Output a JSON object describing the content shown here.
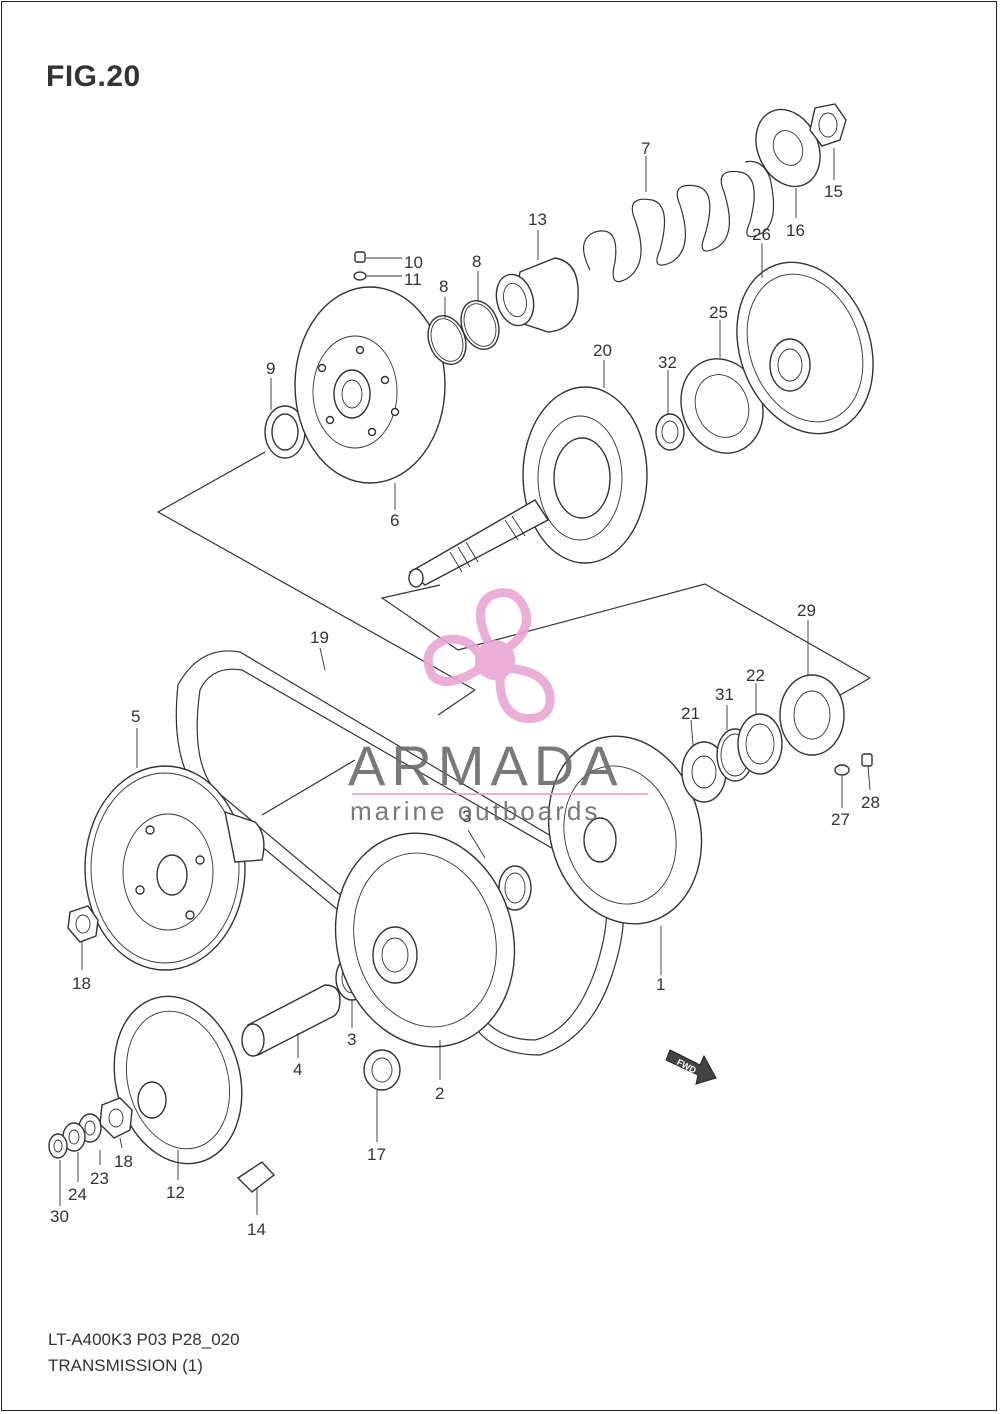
{
  "figure": {
    "title": "FIG.20"
  },
  "footer": {
    "code": "LT-A400K3 P03 P28_020",
    "subtitle": "TRANSMISSION (1)"
  },
  "watermark": {
    "brand": "ARMADA",
    "tagline": "marine outboards",
    "logo_color": "#e9a6d2",
    "text_color": "#6b6b6b"
  },
  "fwd_badge": "FWD",
  "callouts": [
    {
      "id": "c1",
      "label": "1"
    },
    {
      "id": "c2",
      "label": "2"
    },
    {
      "id": "c3a",
      "label": "3"
    },
    {
      "id": "c3b",
      "label": "3"
    },
    {
      "id": "c4",
      "label": "4"
    },
    {
      "id": "c5",
      "label": "5"
    },
    {
      "id": "c6",
      "label": "6"
    },
    {
      "id": "c7",
      "label": "7"
    },
    {
      "id": "c8a",
      "label": "8"
    },
    {
      "id": "c8b",
      "label": "8"
    },
    {
      "id": "c9",
      "label": "9"
    },
    {
      "id": "c10",
      "label": "10"
    },
    {
      "id": "c11",
      "label": "11"
    },
    {
      "id": "c12",
      "label": "12"
    },
    {
      "id": "c13",
      "label": "13"
    },
    {
      "id": "c14",
      "label": "14"
    },
    {
      "id": "c15",
      "label": "15"
    },
    {
      "id": "c16",
      "label": "16"
    },
    {
      "id": "c17",
      "label": "17"
    },
    {
      "id": "c18a",
      "label": "18"
    },
    {
      "id": "c18b",
      "label": "18"
    },
    {
      "id": "c19",
      "label": "19"
    },
    {
      "id": "c20",
      "label": "20"
    },
    {
      "id": "c21",
      "label": "21"
    },
    {
      "id": "c22",
      "label": "22"
    },
    {
      "id": "c23",
      "label": "23"
    },
    {
      "id": "c24",
      "label": "24"
    },
    {
      "id": "c25",
      "label": "25"
    },
    {
      "id": "c26",
      "label": "26"
    },
    {
      "id": "c27",
      "label": "27"
    },
    {
      "id": "c28",
      "label": "28"
    },
    {
      "id": "c29",
      "label": "29"
    },
    {
      "id": "c30",
      "label": "30"
    },
    {
      "id": "c31",
      "label": "31"
    },
    {
      "id": "c32",
      "label": "32"
    }
  ]
}
